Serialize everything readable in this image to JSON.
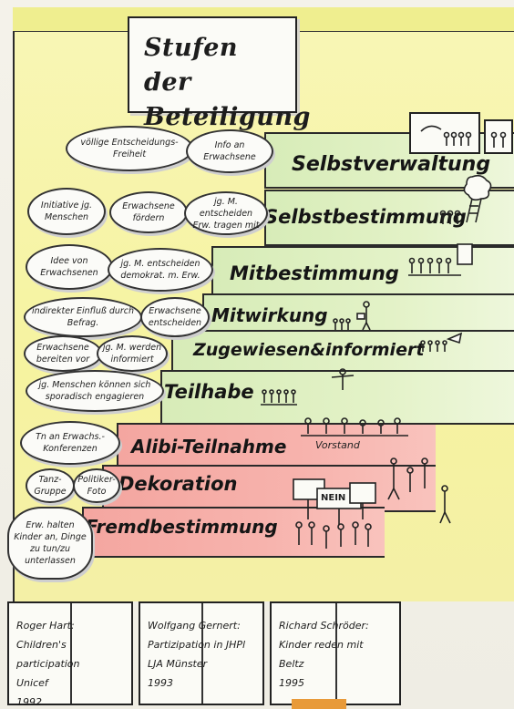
{
  "title": "Stufen der Beteiligung",
  "stages": [
    {
      "id": "selbstverwaltung",
      "label": "Selbstverwaltung",
      "zone": "green"
    },
    {
      "id": "selbstbestimmung",
      "label": "Selbstbestimmung",
      "zone": "green"
    },
    {
      "id": "mitbestimmung",
      "label": "Mitbestimmung",
      "zone": "green"
    },
    {
      "id": "mitwirkung",
      "label": "Mitwirkung",
      "zone": "green"
    },
    {
      "id": "zugewiesen",
      "label": "Zugewiesen&informiert",
      "zone": "green"
    },
    {
      "id": "teilhabe",
      "label": "Teilhabe",
      "zone": "green"
    },
    {
      "id": "alibi",
      "label": "Alibi-Teilnahme",
      "zone": "red"
    },
    {
      "id": "dekoration",
      "label": "Dekoration",
      "zone": "red"
    },
    {
      "id": "fremdbestimmung",
      "label": "Fremdbestimmung",
      "zone": "red"
    }
  ],
  "bubbles": {
    "b1": "völlige Entscheidungs-Freiheit",
    "b2": "Info an Erwachsene",
    "b3": "Initiative jg. Menschen",
    "b4": "Erwachsene fördern",
    "b5": "jg. M. entscheiden Erw. tragen mit",
    "b6": "Idee von Erwachsenen",
    "b7": "jg. M. entscheiden demokrat. m. Erw.",
    "b8": "indirekter Einfluß durch Befrag.",
    "b9": "Erwachsene entscheiden",
    "b10": "Erwachsene bereiten vor",
    "b11": "jg. M. werden informiert",
    "b12": "jg. Menschen können sich sporadisch engagieren",
    "b13": "Tn an Erwachs.-Konferenzen",
    "b14": "Tanz-Gruppe",
    "b15": "Politiker-Foto",
    "b16": "Erw. halten Kinder an, Dinge zu tun/zu unterlassen"
  },
  "sketch_labels": {
    "vorstand": "Vorstand",
    "nein": "NEIN"
  },
  "books": [
    {
      "author": "Roger Hart:",
      "title": "Children's participation",
      "publisher": "Unicef",
      "year": "1992"
    },
    {
      "author": "Wolfgang Gernert:",
      "title": "Partizipation in JHPl",
      "publisher": "LJA Münster",
      "year": "1993"
    },
    {
      "author": "Richard Schröder:",
      "title": "Kinder reden mit",
      "publisher": "Beltz",
      "year": "1995"
    }
  ],
  "colors": {
    "green_zone": "#d7ecb8",
    "red_zone": "#f4a6a0",
    "background": "#f8f6b6"
  }
}
